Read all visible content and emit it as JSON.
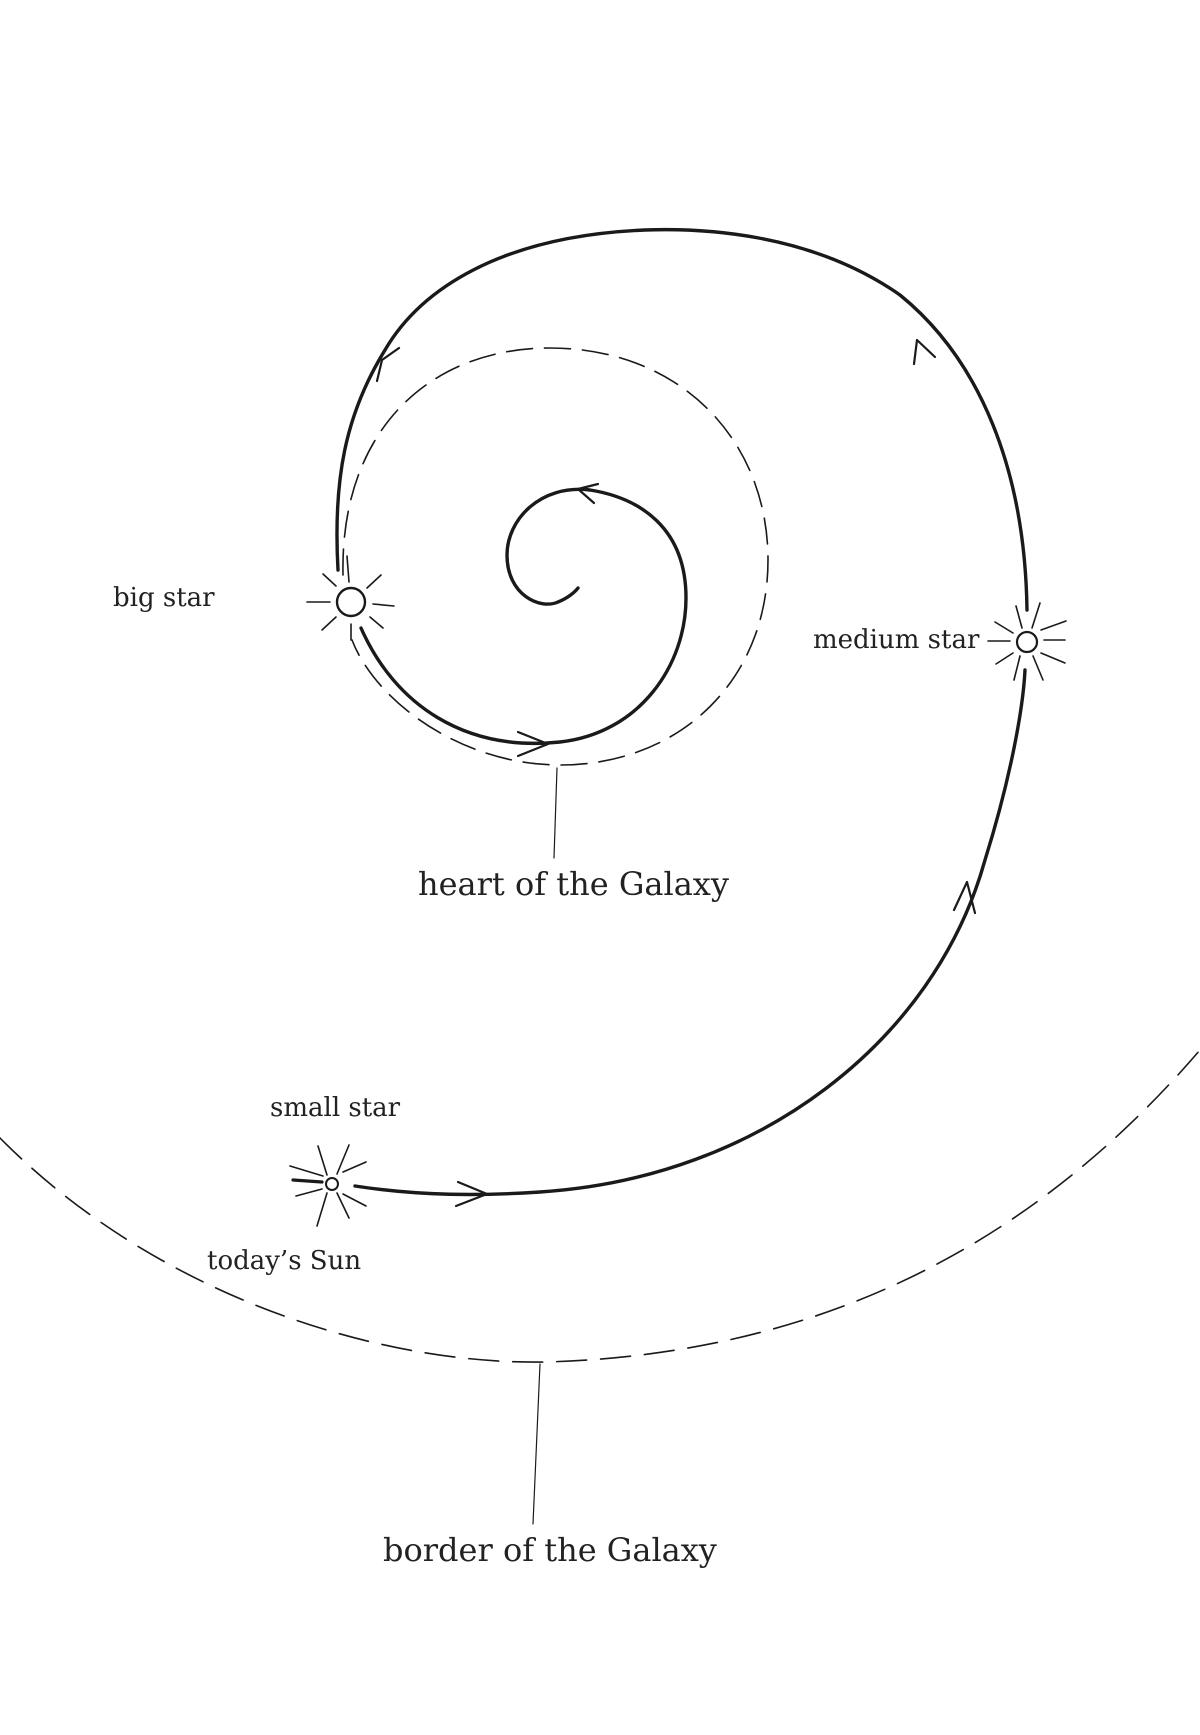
{
  "labels": {
    "big_star": "big star",
    "medium_star": "medium star",
    "heart": "heart of the Galaxy",
    "small_star": "small star",
    "todays_sun": "today’s Sun",
    "border": "border of the Galaxy"
  },
  "colors": {
    "ink": "#1a1a1a",
    "background": "#ffffff"
  }
}
